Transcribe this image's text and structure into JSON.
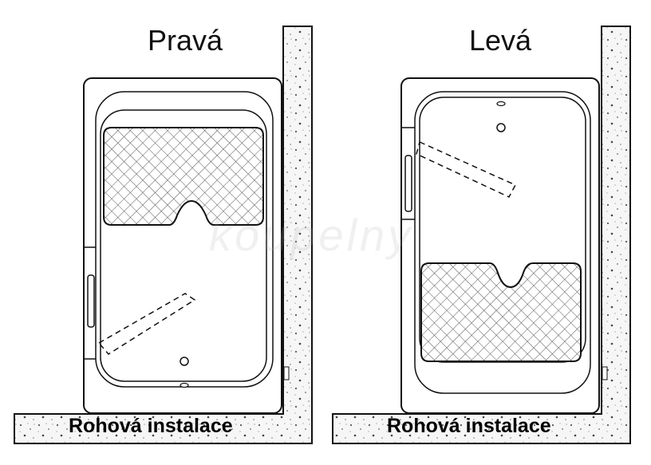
{
  "panels": [
    {
      "title": "Pravá",
      "caption": "Rohová instalace"
    },
    {
      "title": "Levá",
      "caption": "Rohová instalace"
    }
  ],
  "watermark": "koupelny",
  "colors": {
    "line": "#111111",
    "wall_fill": "#f4f4f4",
    "grid": "#444444"
  }
}
